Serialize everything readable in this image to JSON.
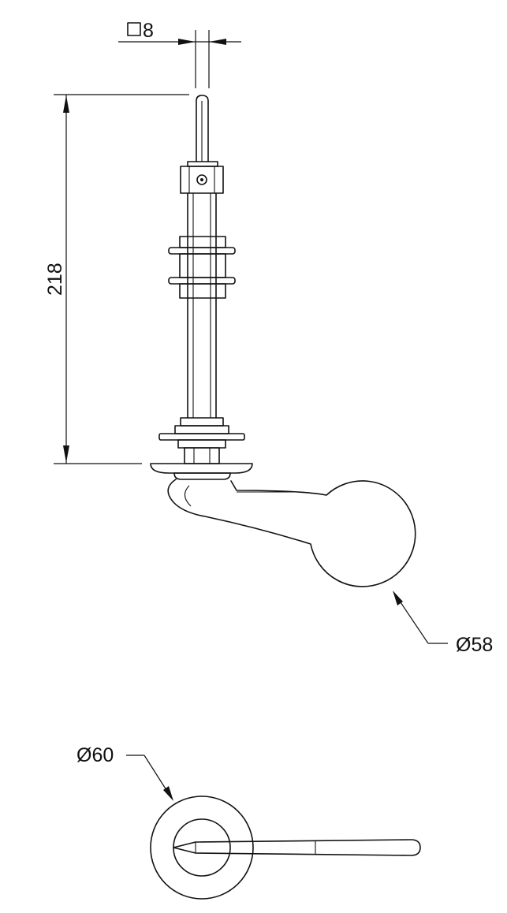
{
  "dimensions": {
    "square_label": "8",
    "height_label": "218",
    "lever_diameter_label": "Ø58",
    "rosette_diameter_label": "Ø60"
  }
}
